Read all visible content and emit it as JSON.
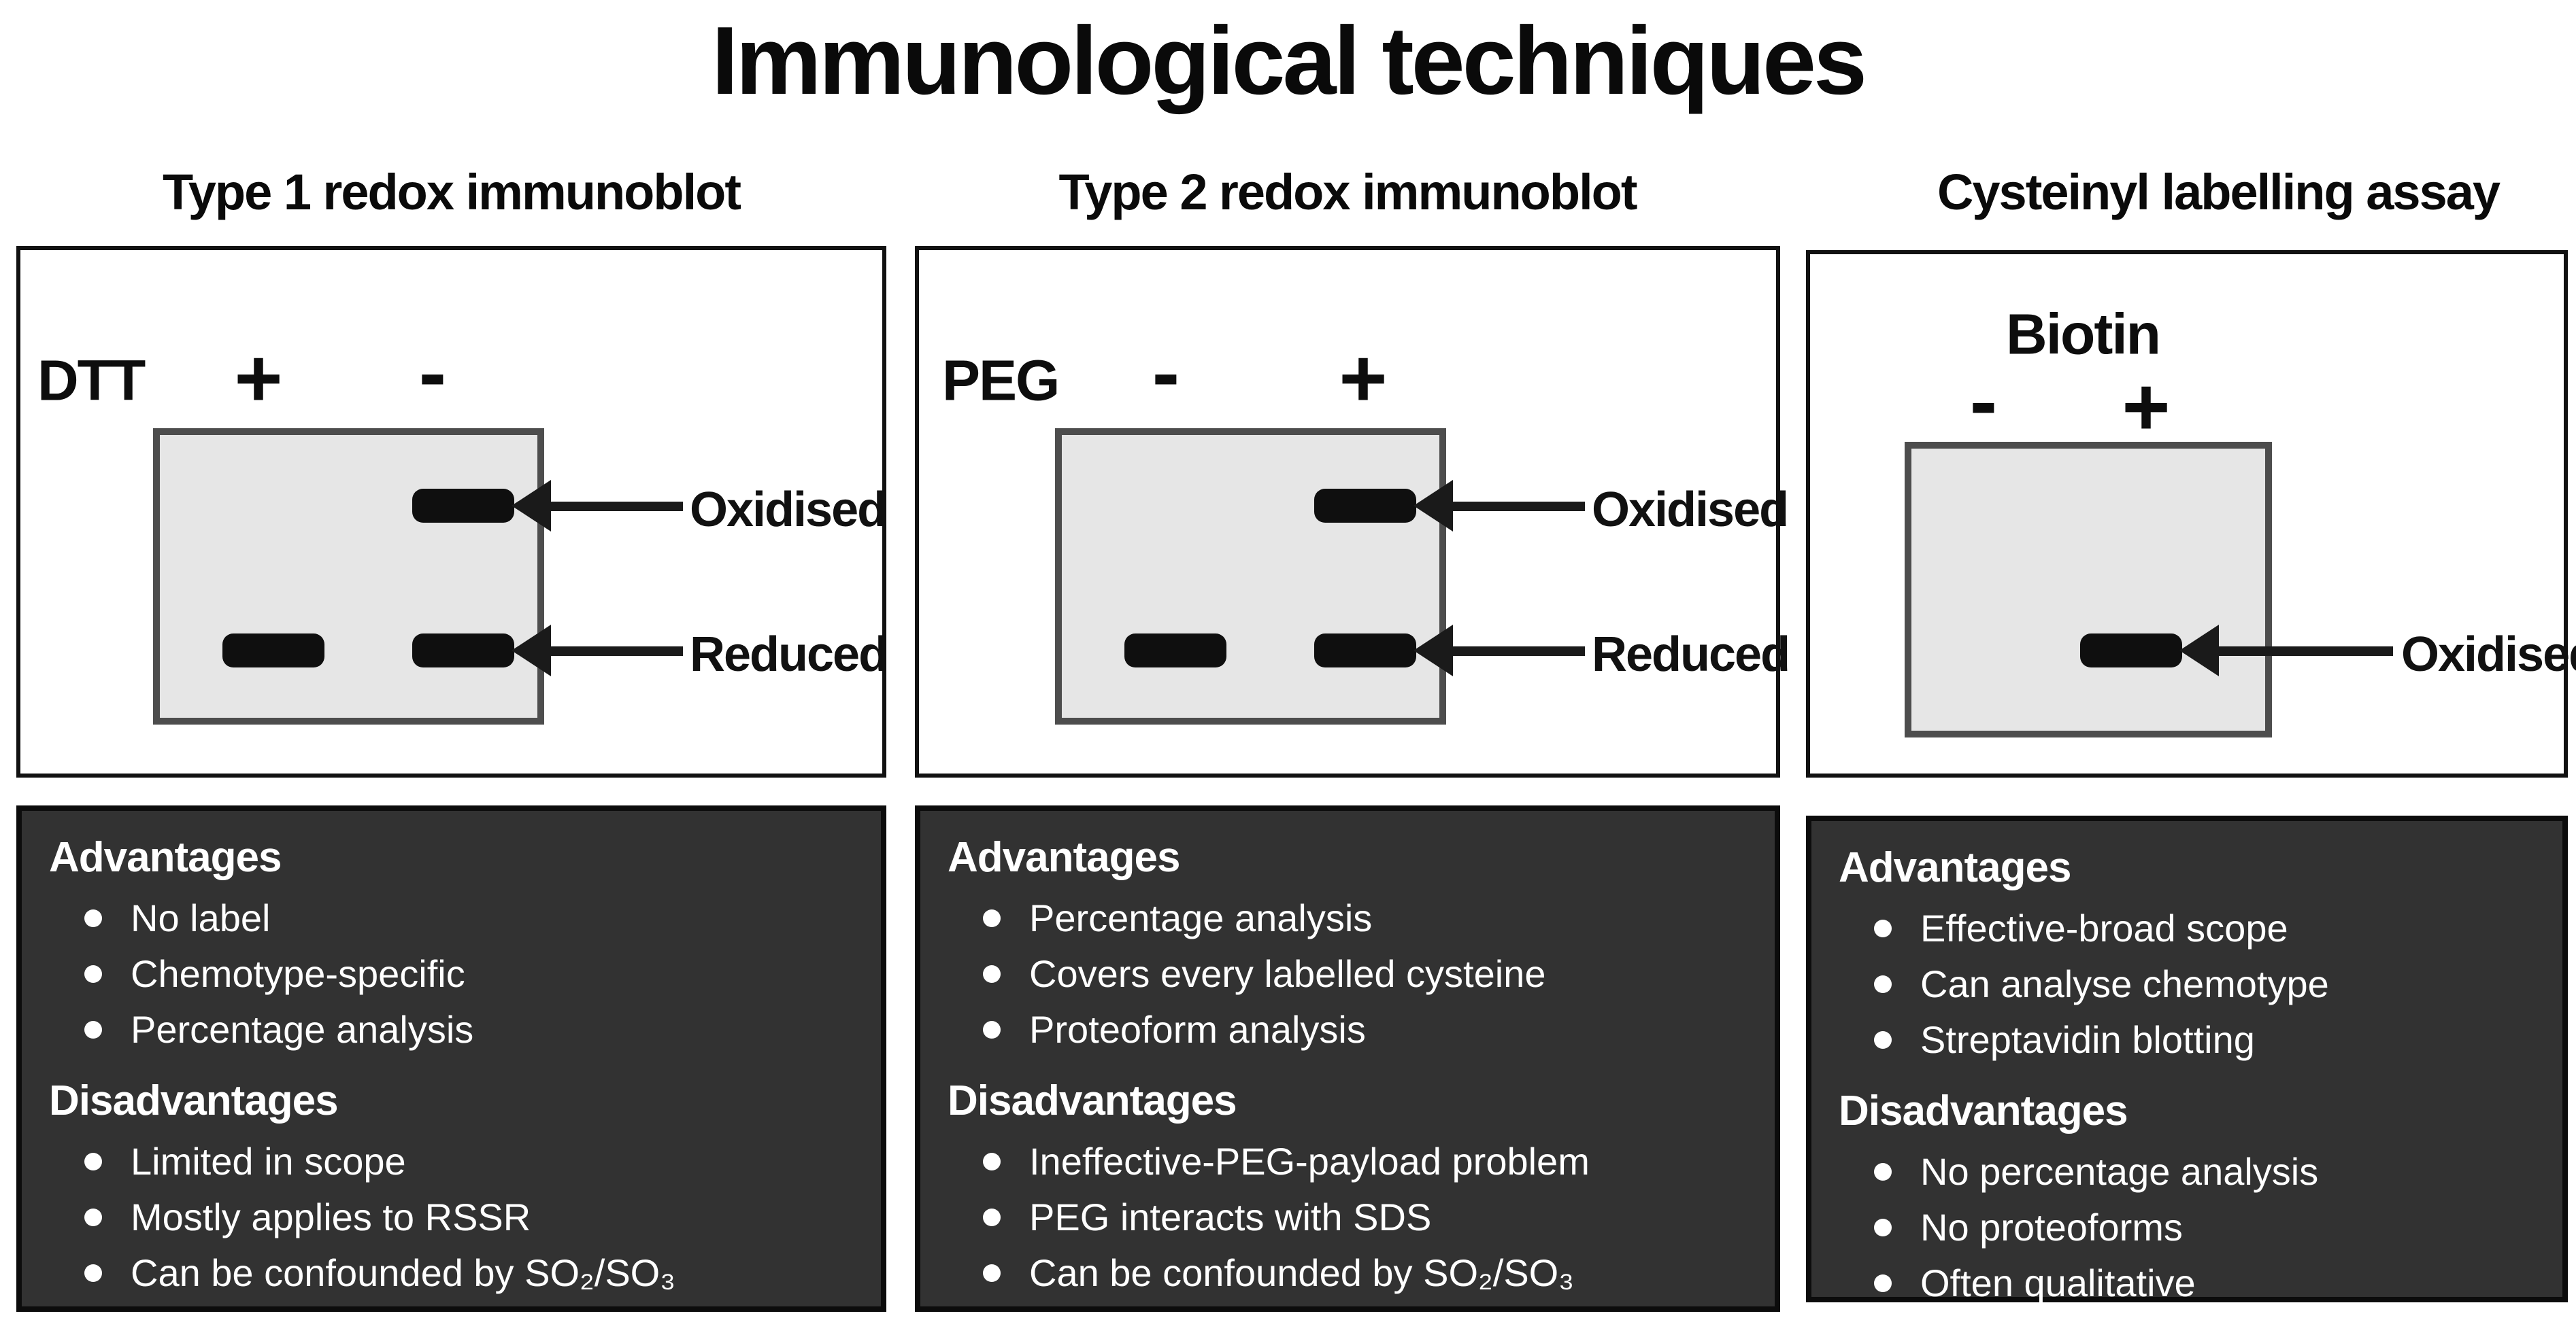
{
  "title": "Immunological techniques",
  "colors": {
    "panel_background": "#323232",
    "gel_fill": "#e6e6e6",
    "gel_border": "#4d4d4d",
    "band": "#0f0f0f",
    "ink": "#0d0d0d",
    "panel_text": "#ffffff"
  },
  "columns": [
    {
      "header": "Type 1 redox immunoblot",
      "reagent": "DTT",
      "lane_signs": [
        "+",
        "-"
      ],
      "band_labels": [
        "Oxidised",
        "Reduced"
      ],
      "advantages": {
        "heading": "Advantages",
        "items": [
          "No label",
          "Chemotype-specific",
          "Percentage analysis"
        ]
      },
      "disadvantages": {
        "heading": "Disadvantages",
        "items": [
          "Limited in scope",
          "Mostly applies to RSSR",
          "Can be confounded by SO₂/SO₃"
        ]
      }
    },
    {
      "header": "Type 2 redox immunoblot",
      "reagent": "PEG",
      "lane_signs": [
        "-",
        "+"
      ],
      "band_labels": [
        "Oxidised",
        "Reduced"
      ],
      "advantages": {
        "heading": "Advantages",
        "items": [
          "Percentage analysis",
          "Covers every labelled cysteine",
          "Proteoform analysis"
        ]
      },
      "disadvantages": {
        "heading": "Disadvantages",
        "items": [
          "Ineffective-PEG-payload problem",
          "PEG interacts with SDS",
          "Can be confounded by SO₂/SO₃"
        ]
      }
    },
    {
      "header": "Cysteinyl labelling assay",
      "reagent": "Biotin",
      "lane_signs": [
        "-",
        "+"
      ],
      "band_labels": [
        "Oxidised"
      ],
      "advantages": {
        "heading": "Advantages",
        "items": [
          "Effective-broad scope",
          "Can analyse chemotype",
          "Streptavidin blotting"
        ]
      },
      "disadvantages": {
        "heading": "Disadvantages",
        "items": [
          "No percentage analysis",
          "No proteoforms",
          "Often qualitative"
        ]
      }
    }
  ]
}
